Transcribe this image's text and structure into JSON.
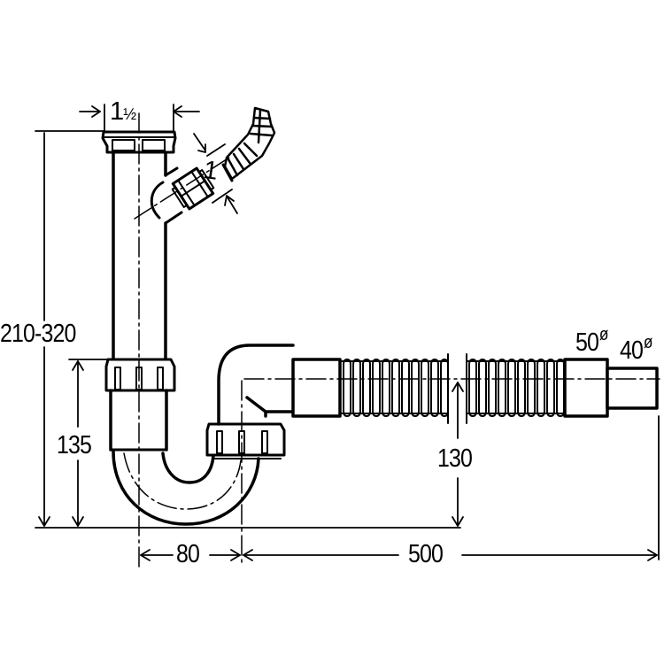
{
  "diagram": {
    "type": "technical-drawing",
    "subject": "sink siphon with appliance connection and flexible drain hose",
    "stroke_color": "#000000",
    "background_color": "#ffffff"
  },
  "dimensions": {
    "inlet_size": {
      "whole": "1",
      "fraction": "½",
      "label": "1½"
    },
    "branch_size": "1",
    "total_height": "210-320",
    "trap_height": "135",
    "outlet_height": "130",
    "trap_width": "80",
    "hose_length": "500",
    "outlet_diameter_large": {
      "value": "50",
      "symbol": "ø"
    },
    "outlet_diameter_small": {
      "value": "40",
      "symbol": "ø"
    }
  }
}
